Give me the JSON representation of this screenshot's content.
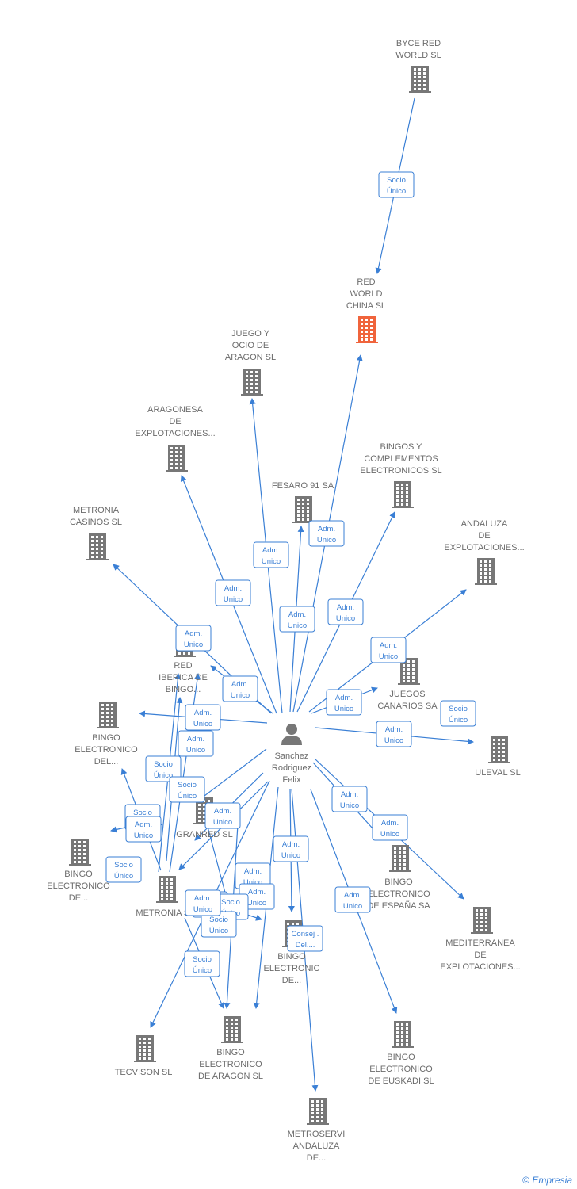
{
  "diagram": {
    "center": {
      "name": "Sanchez Rodriguez Felix",
      "lines": [
        "Sanchez",
        "Rodriguez",
        "Felix"
      ]
    },
    "companies": [
      {
        "id": "byce",
        "lines": [
          "BYCE RED",
          "WORLD  SL"
        ],
        "highlight": false
      },
      {
        "id": "redworld",
        "lines": [
          "RED",
          "WORLD",
          "CHINA  SL"
        ],
        "highlight": true
      },
      {
        "id": "juego",
        "lines": [
          "JUEGO Y",
          "OCIO DE",
          "ARAGON SL"
        ],
        "highlight": false
      },
      {
        "id": "aragonesa",
        "lines": [
          "ARAGONESA",
          "DE",
          "EXPLOTACIONES..."
        ],
        "highlight": false
      },
      {
        "id": "fesaro",
        "lines": [
          "FESARO 91 SA"
        ],
        "highlight": false
      },
      {
        "id": "bingos",
        "lines": [
          "BINGOS Y",
          "COMPLEMENTOS",
          "ELECTRONICOS SL"
        ],
        "highlight": false
      },
      {
        "id": "metronia_casinos",
        "lines": [
          "METRONIA",
          "CASINOS SL"
        ],
        "highlight": false
      },
      {
        "id": "andaluza",
        "lines": [
          "ANDALUZA",
          "DE",
          "EXPLOTACIONES..."
        ],
        "highlight": false
      },
      {
        "id": "red_iberica",
        "lines": [
          "RED",
          "IBERICA DE",
          "BINGO..."
        ],
        "highlight": false
      },
      {
        "id": "juegos_canarios",
        "lines": [
          "JUEGOS",
          "CANARIOS SA"
        ],
        "highlight": false
      },
      {
        "id": "bingo_del",
        "lines": [
          "BINGO",
          "ELECTRONICO",
          "DEL..."
        ],
        "highlight": false
      },
      {
        "id": "uleval",
        "lines": [
          "ULEVAL SL"
        ],
        "highlight": false
      },
      {
        "id": "granred",
        "lines": [
          "GRANRED  SL"
        ],
        "highlight": false
      },
      {
        "id": "bingo_de",
        "lines": [
          "BINGO",
          "ELECTRONICO",
          "DE..."
        ],
        "highlight": false
      },
      {
        "id": "bingo_espana",
        "lines": [
          "BINGO",
          "ELECTRONICO",
          "DE ESPAÑA SA"
        ],
        "highlight": false
      },
      {
        "id": "metronia_sa",
        "lines": [
          "METRONIA SA"
        ],
        "highlight": false
      },
      {
        "id": "mediterranea",
        "lines": [
          "MEDITERRANEA",
          "DE",
          "EXPLOTACIONES..."
        ],
        "highlight": false
      },
      {
        "id": "bingo_electronic_de",
        "lines": [
          "BINGO",
          "ELECTRONIC",
          "DE..."
        ],
        "highlight": false
      },
      {
        "id": "tecvison",
        "lines": [
          "TECVISON SL"
        ],
        "highlight": false
      },
      {
        "id": "bingo_aragon",
        "lines": [
          "BINGO",
          "ELECTRONICO",
          "DE ARAGON SL"
        ],
        "highlight": false
      },
      {
        "id": "bingo_euskadi",
        "lines": [
          "BINGO",
          "ELECTRONICO",
          "DE EUSKADI SL"
        ],
        "highlight": false
      },
      {
        "id": "metroservi",
        "lines": [
          "METROSERVI",
          "ANDALUZA",
          "DE..."
        ],
        "highlight": false
      }
    ],
    "relations": [
      {
        "lines": [
          "Socio",
          "Único"
        ]
      },
      {
        "lines": [
          "Adm.",
          "Unico"
        ]
      },
      {
        "lines": [
          "Adm.",
          "Unico"
        ]
      },
      {
        "lines": [
          "Adm.",
          "Unico"
        ]
      },
      {
        "lines": [
          "Adm.",
          "Unico"
        ]
      },
      {
        "lines": [
          "Adm.",
          "Unico"
        ]
      },
      {
        "lines": [
          "Adm.",
          "Unico"
        ]
      },
      {
        "lines": [
          "Adm.",
          "Unico"
        ]
      },
      {
        "lines": [
          "Adm.",
          "Unico"
        ]
      },
      {
        "lines": [
          "Adm.",
          "Unico"
        ]
      },
      {
        "lines": [
          "Adm.",
          "Unico"
        ]
      },
      {
        "lines": [
          "Socio",
          "Único"
        ]
      },
      {
        "lines": [
          "Adm.",
          "Unico"
        ]
      },
      {
        "lines": [
          "Adm.",
          "Unico"
        ]
      },
      {
        "lines": [
          "Socio",
          "Único"
        ]
      },
      {
        "lines": [
          "Socio",
          "Único"
        ]
      },
      {
        "lines": [
          "Adm.",
          "Unico"
        ]
      },
      {
        "lines": [
          "Adm.",
          "Unico"
        ]
      },
      {
        "lines": [
          "Socio",
          "Único"
        ]
      },
      {
        "lines": [
          "Adm.",
          "Unico"
        ]
      },
      {
        "lines": [
          "Adm.",
          "Unico"
        ]
      },
      {
        "lines": [
          "Socio",
          "Único"
        ]
      },
      {
        "lines": [
          "Adm.",
          "Unico"
        ]
      },
      {
        "lines": [
          "Adm.",
          "Unico"
        ]
      },
      {
        "lines": [
          "Socio",
          "Único"
        ]
      },
      {
        "lines": [
          "Adm.",
          "Unico"
        ]
      },
      {
        "lines": [
          "Socio",
          "Único"
        ]
      },
      {
        "lines": [
          "Adm.",
          "Unico"
        ]
      },
      {
        "lines": [
          "Socio",
          "Único"
        ]
      },
      {
        "lines": [
          "Consej .",
          "Del...."
        ]
      },
      {
        "lines": [
          "Adm.",
          "Unico"
        ]
      },
      {
        "lines": [
          "Socio",
          "Único"
        ]
      }
    ]
  },
  "colors": {
    "edge": "#3a7fd5",
    "building": "#777777",
    "highlight": "#f0643c"
  },
  "icons": {
    "company": "building-icon",
    "person": "person-icon"
  },
  "footer": {
    "symbol": "©",
    "brand": "Empresia"
  }
}
